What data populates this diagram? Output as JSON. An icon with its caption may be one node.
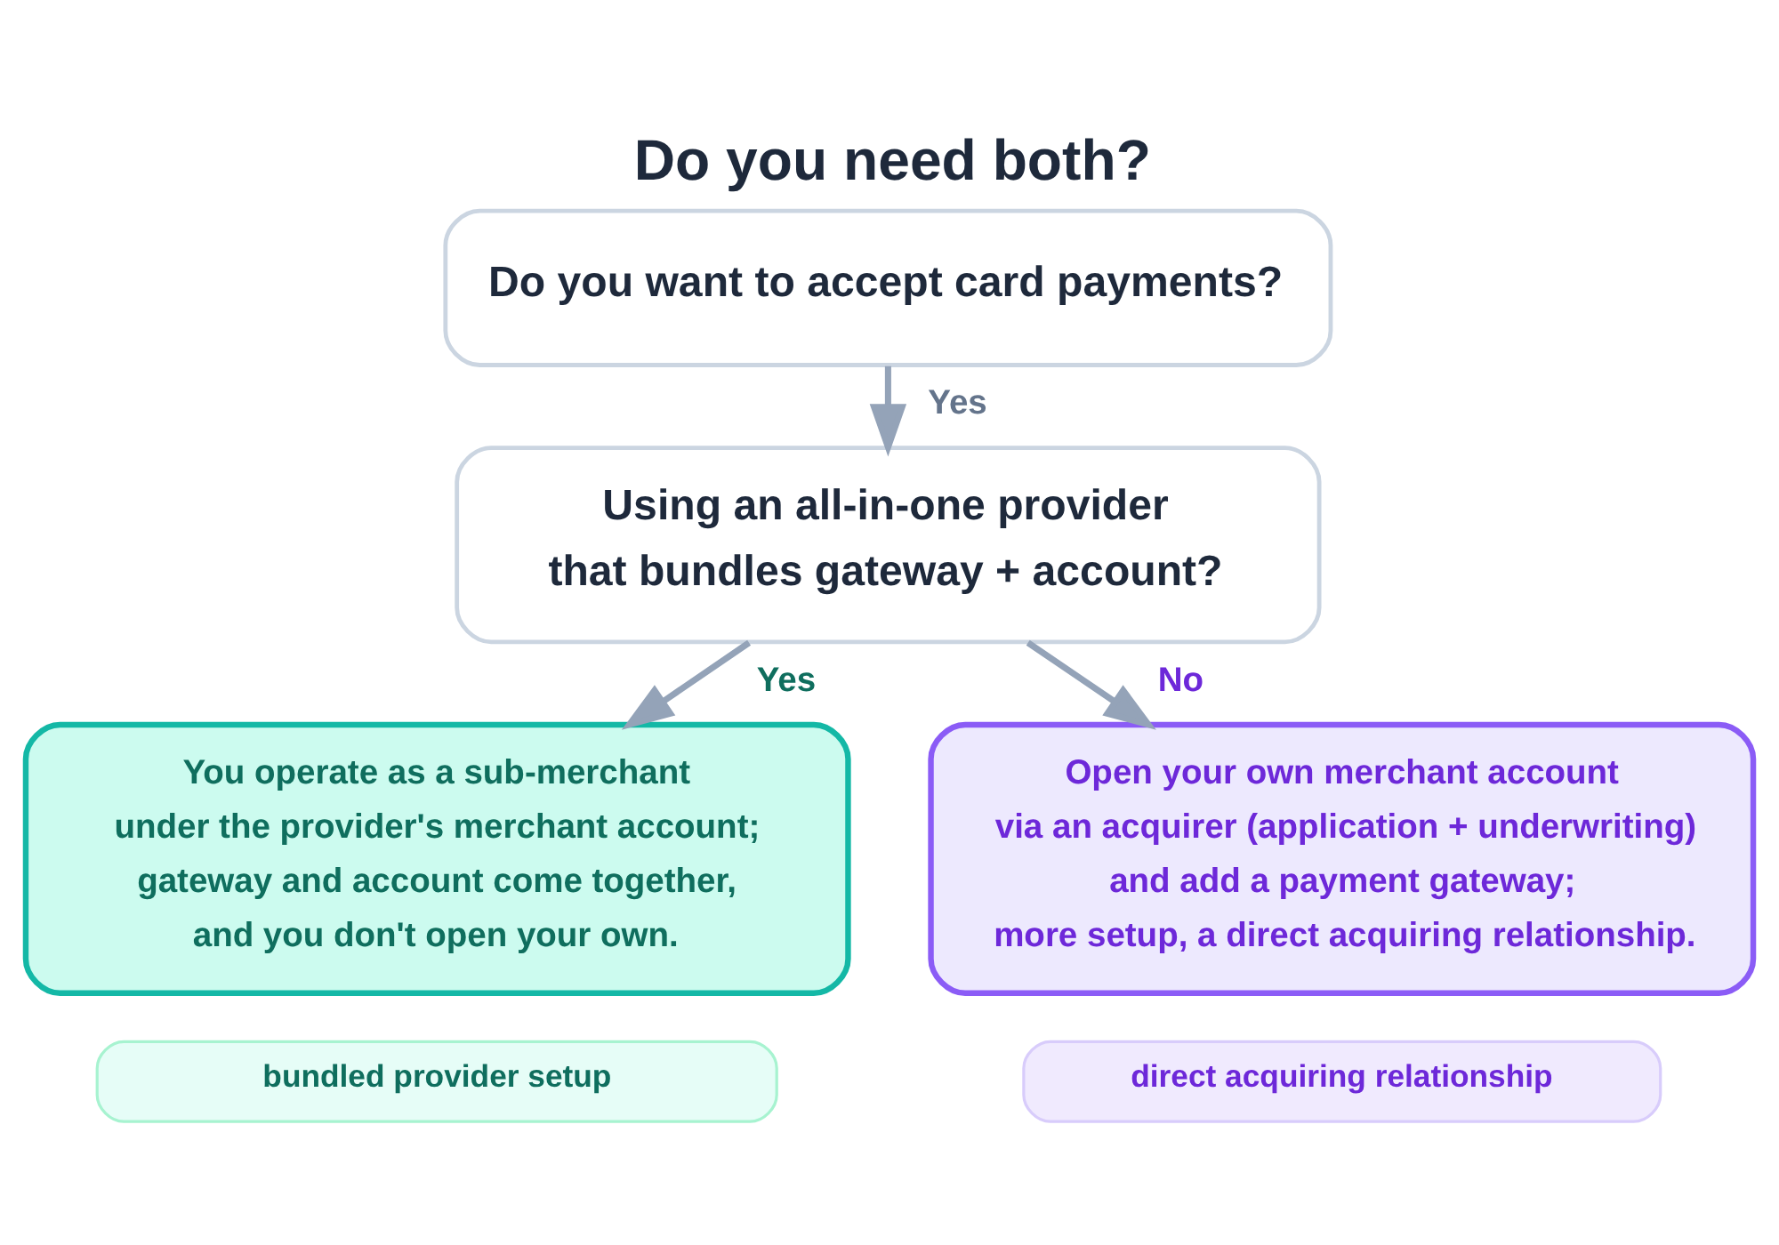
{
  "diagram": {
    "title": "Do you need both?",
    "nodes": [
      {
        "text": [
          "Do you want to accept card payments?"
        ]
      },
      {
        "text": [
          "Using an all-in-one provider that bundles gateway + account?"
        ]
      },
      {
        "text": [
          "You operate as a sub-merchant under the provider's merchant account; gateway and account come together, and you don't open your own."
        ]
      },
      {
        "text": [
          "Open your own merchant account via an acquirer (application + underwriting) and add a payment gateway; more setup, a direct acquiring relationship."
        ]
      },
      {
        "text": [
          "bundled provider setup"
        ]
      },
      {
        "text": [
          "direct acquiring relationship"
        ]
      }
    ],
    "edges": [
      {
        "from": 0,
        "to": 1,
        "arrow": "to",
        "label": "Yes"
      },
      {
        "from": 1,
        "to": 2,
        "arrow": "to",
        "label": "Yes"
      },
      {
        "from": 1,
        "to": 3,
        "arrow": "to",
        "label": "No"
      }
    ]
  }
}
